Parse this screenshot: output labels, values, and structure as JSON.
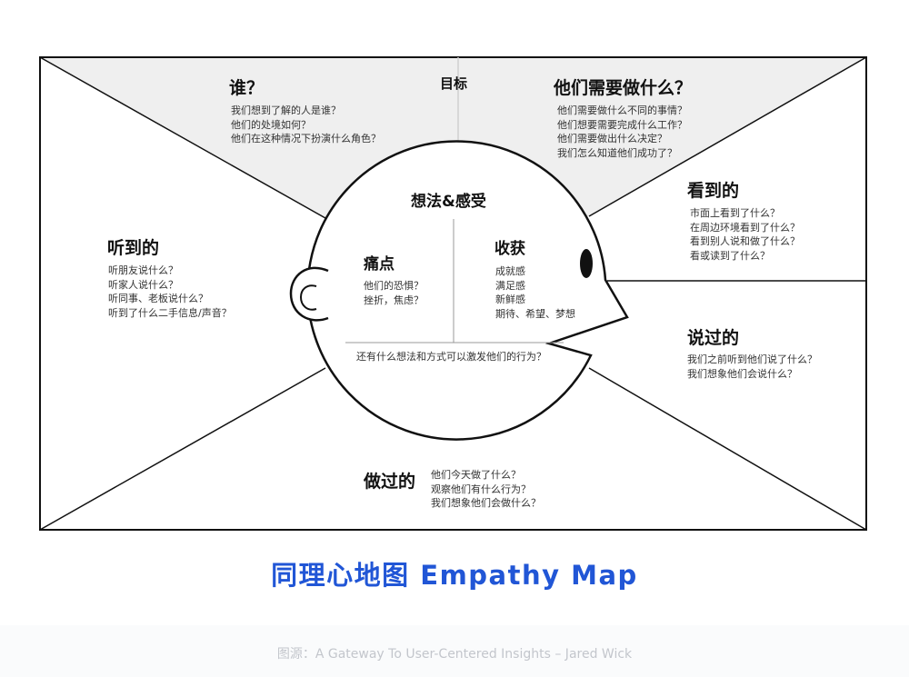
{
  "goal_label": "目标",
  "who": {
    "title": "谁？",
    "questions": [
      "我们想到了解的人是谁？",
      "他们的处境如何？",
      "他们在这种情况下扮演什么角色？"
    ]
  },
  "needs": {
    "title": "他们需要做什么？",
    "questions": [
      "他们需要做什么不同的事情？",
      "他们想要需要完成什么工作？",
      "他们需要做出什么决定？",
      "我们怎么知道他们成功了？"
    ]
  },
  "hear": {
    "title": "听到的",
    "questions": [
      "听朋友说什么？",
      "听家人说什么？",
      "听同事、老板说什么？",
      "听到了什么二手信息/声音？"
    ]
  },
  "see": {
    "title": "看到的",
    "questions": [
      "市面上看到了什么？",
      "在周边环境看到了什么？",
      "看到别人说和做了什么？",
      "看或读到了什么？"
    ]
  },
  "say": {
    "title": "说过的",
    "questions": [
      "我们之前听到他们说了什么？",
      "我们想象他们会说什么？"
    ]
  },
  "do": {
    "title": "做过的",
    "questions": [
      "他们今天做了什么？",
      "观察他们有什么行为？",
      "我们想象他们会做什么？"
    ]
  },
  "head": {
    "title": "想法&感受",
    "pains": {
      "title": "痛点",
      "items": [
        "他们的恐惧？",
        "挫折，焦虑？"
      ]
    },
    "gains": {
      "title": "收获",
      "items": [
        "成就感",
        "满足感",
        "新鲜感",
        "期待、希望、梦想"
      ]
    },
    "other": "还有什么想法和方式可以激发他们的行为？"
  },
  "footer": {
    "title": "同理心地图 Empathy Map",
    "source": "图源：A Gateway To User-Centered Insights – Jared Wick"
  },
  "colors": {
    "accent": "#2156d6",
    "shade": "#efefef",
    "line": "#111111",
    "source_text": "#c3c6cc"
  }
}
